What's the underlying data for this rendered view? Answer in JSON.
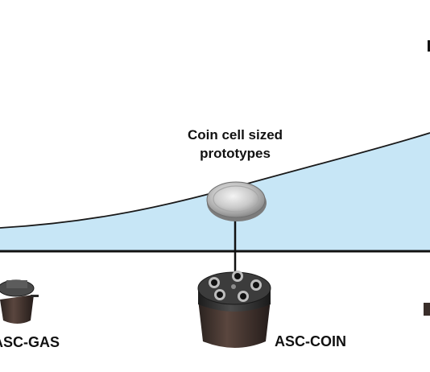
{
  "diagram": {
    "curve_label": {
      "line1": "Coin cell sized",
      "line2": "prototypes"
    },
    "devices": [
      {
        "label": "ASC-GAS"
      },
      {
        "label": "ASC-COIN"
      }
    ],
    "colors": {
      "area_fill": "#c7e6f6",
      "curve": "#1a1a1a",
      "baseline": "#111111",
      "cell_body": "#4a3a34",
      "cell_cap": "#2b2b2b",
      "coin": "#c9c9c9"
    }
  }
}
